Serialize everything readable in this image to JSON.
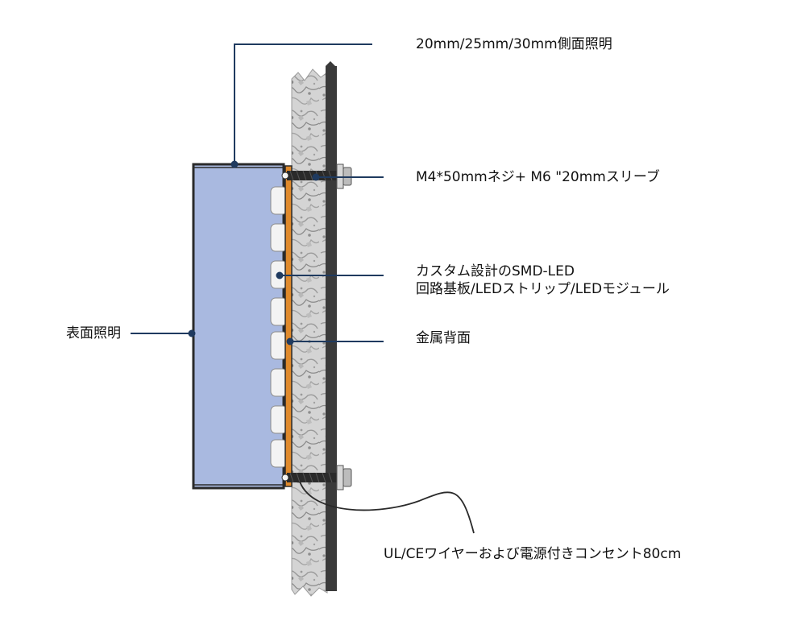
{
  "colors": {
    "leader_line": "#1f3a5f",
    "face_panel": "#a9b9e0",
    "backer_orange": "#e08a2c",
    "wall_dark": "#3a3a3a"
  },
  "labels": {
    "side_lighting": "20mm/25mm/30mm側面照明",
    "screw_sleeve": "M4*50mmネジ+ M6 \"20mmスリーブ",
    "led_line1": "カスタム設計のSMD-LED",
    "led_line2": "回路基板/LEDストリップ/LEDモジュール",
    "metal_back": "金属背面",
    "face_lighting": "表面照明",
    "wire_outlet": "UL/CEワイヤーおよび電源付きコンセント80cm"
  }
}
